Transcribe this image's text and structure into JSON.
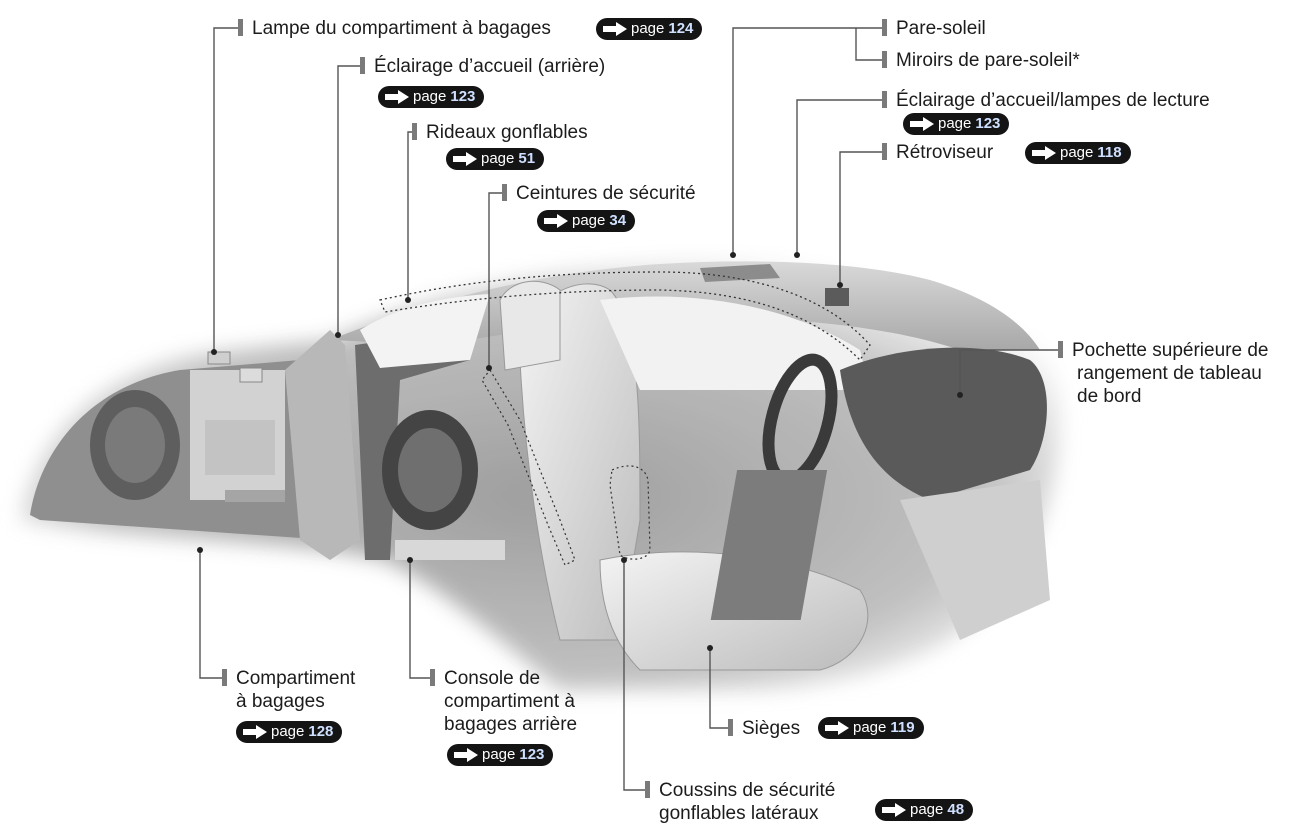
{
  "ref_word": "page",
  "labels": {
    "lampe": "Lampe du compartiment à bagages",
    "eclairage_arriere": "Éclairage d’accueil (arrière)",
    "rideaux": "Rideaux gonflables",
    "ceintures": "Ceintures de sécurité",
    "pare_soleil": "Pare-soleil",
    "miroirs": "Miroirs de pare-soleil*",
    "eclairage_lecture": "Éclairage d’accueil/lampes de lecture",
    "retroviseur": "Rétroviseur",
    "pochette": [
      "Pochette supérieure de",
      "rangement de tableau",
      "de bord"
    ],
    "compartiment": [
      "Compartiment",
      "à bagages"
    ],
    "console": [
      "Console de",
      "compartiment à",
      "bagages arrière"
    ],
    "sieges": "Sièges",
    "coussins": [
      "Coussins de sécurité",
      "gonflables latéraux"
    ]
  },
  "pages": {
    "lampe": "124",
    "eclairage_arriere": "123",
    "rideaux": "51",
    "ceintures": "34",
    "eclairage_lecture": "123",
    "retroviseur": "118",
    "compartiment": "128",
    "console": "123",
    "sieges": "119",
    "coussins": "48"
  },
  "colors": {
    "ref_bg": "#141414",
    "ref_number": "#cfe0ff",
    "leader": "#555555",
    "tick": "#7a7a7a"
  }
}
